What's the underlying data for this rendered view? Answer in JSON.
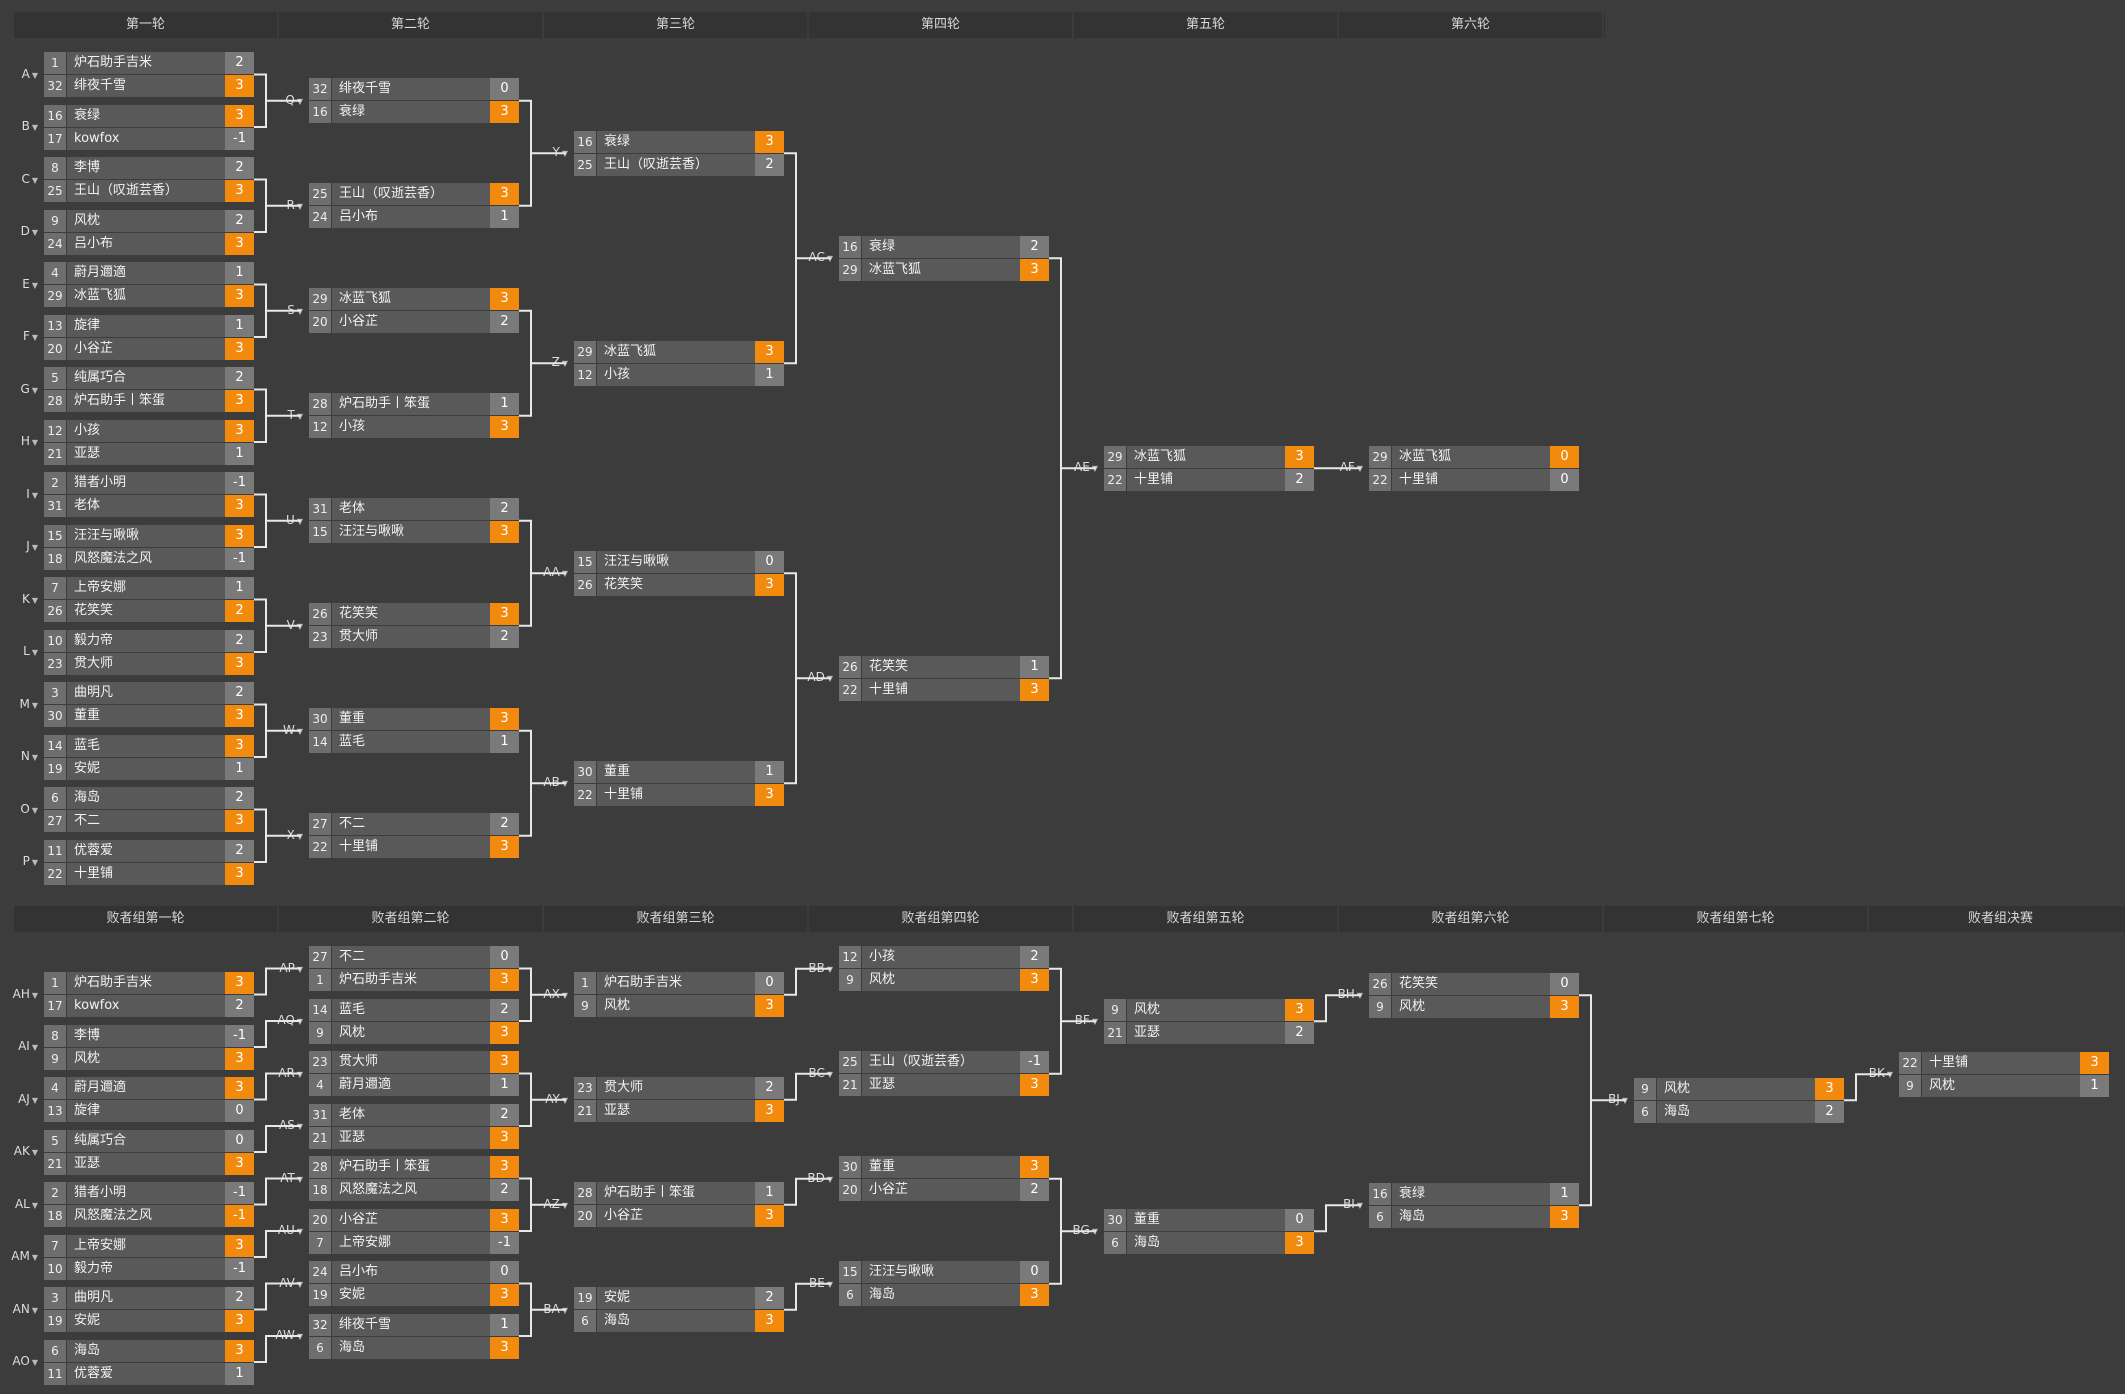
{
  "headers_winners": [
    "第一轮",
    "第二轮",
    "第三轮",
    "第四轮",
    "第五轮",
    "第六轮"
  ],
  "headers_losers": [
    "败者组第一轮",
    "败者组第二轮",
    "败者组第三轮",
    "败者组第四轮",
    "败者组第五轮",
    "败者组第六轮",
    "败者组第七轮",
    "败者组决赛"
  ],
  "winners": [
    [
      {
        "label": "A",
        "p": [
          [
            "1",
            "炉石助手吉米",
            "2",
            0
          ],
          [
            "32",
            "绯夜千雪",
            "3",
            1
          ]
        ]
      },
      {
        "label": "B",
        "p": [
          [
            "16",
            "衰绿",
            "3",
            1
          ],
          [
            "17",
            "kowfox",
            "-1",
            0
          ]
        ]
      },
      {
        "label": "C",
        "p": [
          [
            "8",
            "李博",
            "2",
            0
          ],
          [
            "25",
            "王山（叹逝芸香）",
            "3",
            1
          ]
        ]
      },
      {
        "label": "D",
        "p": [
          [
            "9",
            "风枕",
            "2",
            0
          ],
          [
            "24",
            "吕小布",
            "3",
            1
          ]
        ]
      },
      {
        "label": "E",
        "p": [
          [
            "4",
            "蔚月邇適",
            "1",
            0
          ],
          [
            "29",
            "冰蓝飞狐",
            "3",
            1
          ]
        ]
      },
      {
        "label": "F",
        "p": [
          [
            "13",
            "旋律",
            "1",
            0
          ],
          [
            "20",
            "小谷芷",
            "3",
            1
          ]
        ]
      },
      {
        "label": "G",
        "p": [
          [
            "5",
            "纯属巧合",
            "2",
            0
          ],
          [
            "28",
            "炉石助手丨笨蛋",
            "3",
            1
          ]
        ]
      },
      {
        "label": "H",
        "p": [
          [
            "12",
            "小孩",
            "3",
            1
          ],
          [
            "21",
            "亚瑟",
            "1",
            0
          ]
        ]
      },
      {
        "label": "I",
        "p": [
          [
            "2",
            "猎者小明",
            "-1",
            0
          ],
          [
            "31",
            "老体",
            "3",
            1
          ]
        ]
      },
      {
        "label": "J",
        "p": [
          [
            "15",
            "汪汪与啾啾",
            "3",
            1
          ],
          [
            "18",
            "风怒魔法之风",
            "-1",
            0
          ]
        ]
      },
      {
        "label": "K",
        "p": [
          [
            "7",
            "上帝安娜",
            "1",
            0
          ],
          [
            "26",
            "花笑笑",
            "2",
            1
          ]
        ]
      },
      {
        "label": "L",
        "p": [
          [
            "10",
            "毅力帝",
            "2",
            0
          ],
          [
            "23",
            "贯大师",
            "3",
            1
          ]
        ]
      },
      {
        "label": "M",
        "p": [
          [
            "3",
            "曲明凡",
            "2",
            0
          ],
          [
            "30",
            "董重",
            "3",
            1
          ]
        ]
      },
      {
        "label": "N",
        "p": [
          [
            "14",
            "蓝毛",
            "3",
            1
          ],
          [
            "19",
            "安妮",
            "1",
            0
          ]
        ]
      },
      {
        "label": "O",
        "p": [
          [
            "6",
            "海岛",
            "2",
            0
          ],
          [
            "27",
            "不二",
            "3",
            1
          ]
        ]
      },
      {
        "label": "P",
        "p": [
          [
            "11",
            "优蓉爱",
            "2",
            0
          ],
          [
            "22",
            "十里铺",
            "3",
            1
          ]
        ]
      }
    ],
    [
      {
        "label": "Q",
        "p": [
          [
            "32",
            "绯夜千雪",
            "0",
            0
          ],
          [
            "16",
            "衰绿",
            "3",
            1
          ]
        ]
      },
      {
        "label": "R",
        "p": [
          [
            "25",
            "王山（叹逝芸香）",
            "3",
            1
          ],
          [
            "24",
            "吕小布",
            "1",
            0
          ]
        ]
      },
      {
        "label": "S",
        "p": [
          [
            "29",
            "冰蓝飞狐",
            "3",
            1
          ],
          [
            "20",
            "小谷芷",
            "2",
            0
          ]
        ]
      },
      {
        "label": "T",
        "p": [
          [
            "28",
            "炉石助手丨笨蛋",
            "1",
            0
          ],
          [
            "12",
            "小孩",
            "3",
            1
          ]
        ]
      },
      {
        "label": "U",
        "p": [
          [
            "31",
            "老体",
            "2",
            0
          ],
          [
            "15",
            "汪汪与啾啾",
            "3",
            1
          ]
        ]
      },
      {
        "label": "V",
        "p": [
          [
            "26",
            "花笑笑",
            "3",
            1
          ],
          [
            "23",
            "贯大师",
            "2",
            0
          ]
        ]
      },
      {
        "label": "W",
        "p": [
          [
            "30",
            "董重",
            "3",
            1
          ],
          [
            "14",
            "蓝毛",
            "1",
            0
          ]
        ]
      },
      {
        "label": "X",
        "p": [
          [
            "27",
            "不二",
            "2",
            0
          ],
          [
            "22",
            "十里铺",
            "3",
            1
          ]
        ]
      }
    ],
    [
      {
        "label": "Y",
        "p": [
          [
            "16",
            "衰绿",
            "3",
            1
          ],
          [
            "25",
            "王山（叹逝芸香）",
            "2",
            0
          ]
        ]
      },
      {
        "label": "Z",
        "p": [
          [
            "29",
            "冰蓝飞狐",
            "3",
            1
          ],
          [
            "12",
            "小孩",
            "1",
            0
          ]
        ]
      },
      {
        "label": "AA",
        "p": [
          [
            "15",
            "汪汪与啾啾",
            "0",
            0
          ],
          [
            "26",
            "花笑笑",
            "3",
            1
          ]
        ]
      },
      {
        "label": "AB",
        "p": [
          [
            "30",
            "董重",
            "1",
            0
          ],
          [
            "22",
            "十里铺",
            "3",
            1
          ]
        ]
      }
    ],
    [
      {
        "label": "AC",
        "p": [
          [
            "16",
            "衰绿",
            "2",
            0
          ],
          [
            "29",
            "冰蓝飞狐",
            "3",
            1
          ]
        ]
      },
      {
        "label": "AD",
        "p": [
          [
            "26",
            "花笑笑",
            "1",
            0
          ],
          [
            "22",
            "十里铺",
            "3",
            1
          ]
        ]
      }
    ],
    [
      {
        "label": "AE",
        "p": [
          [
            "29",
            "冰蓝飞狐",
            "3",
            1
          ],
          [
            "22",
            "十里铺",
            "2",
            0
          ]
        ]
      }
    ],
    [
      {
        "label": "AF",
        "p": [
          [
            "29",
            "冰蓝飞狐",
            "0",
            1
          ],
          [
            "22",
            "十里铺",
            "0",
            0
          ]
        ]
      }
    ]
  ],
  "losers": [
    [
      {
        "label": "AH",
        "p": [
          [
            "1",
            "炉石助手吉米",
            "3",
            1
          ],
          [
            "17",
            "kowfox",
            "2",
            0
          ]
        ]
      },
      {
        "label": "AI",
        "p": [
          [
            "8",
            "李博",
            "-1",
            0
          ],
          [
            "9",
            "风枕",
            "3",
            1
          ]
        ]
      },
      {
        "label": "AJ",
        "p": [
          [
            "4",
            "蔚月邇適",
            "3",
            1
          ],
          [
            "13",
            "旋律",
            "0",
            0
          ]
        ]
      },
      {
        "label": "AK",
        "p": [
          [
            "5",
            "纯属巧合",
            "0",
            0
          ],
          [
            "21",
            "亚瑟",
            "3",
            1
          ]
        ]
      },
      {
        "label": "AL",
        "p": [
          [
            "2",
            "猎者小明",
            "-1",
            0
          ],
          [
            "18",
            "风怒魔法之风",
            "-1",
            1
          ]
        ]
      },
      {
        "label": "AM",
        "p": [
          [
            "7",
            "上帝安娜",
            "3",
            1
          ],
          [
            "10",
            "毅力帝",
            "-1",
            0
          ]
        ]
      },
      {
        "label": "AN",
        "p": [
          [
            "3",
            "曲明凡",
            "2",
            0
          ],
          [
            "19",
            "安妮",
            "3",
            1
          ]
        ]
      },
      {
        "label": "AO",
        "p": [
          [
            "6",
            "海岛",
            "3",
            1
          ],
          [
            "11",
            "优蓉爱",
            "1",
            0
          ]
        ]
      }
    ],
    [
      {
        "label": "AP",
        "p": [
          [
            "27",
            "不二",
            "0",
            0
          ],
          [
            "1",
            "炉石助手吉米",
            "3",
            1
          ]
        ]
      },
      {
        "label": "AQ",
        "p": [
          [
            "14",
            "蓝毛",
            "2",
            0
          ],
          [
            "9",
            "风枕",
            "3",
            1
          ]
        ]
      },
      {
        "label": "AR",
        "p": [
          [
            "23",
            "贯大师",
            "3",
            1
          ],
          [
            "4",
            "蔚月邇適",
            "1",
            0
          ]
        ]
      },
      {
        "label": "AS",
        "p": [
          [
            "31",
            "老体",
            "2",
            0
          ],
          [
            "21",
            "亚瑟",
            "3",
            1
          ]
        ]
      },
      {
        "label": "AT",
        "p": [
          [
            "28",
            "炉石助手丨笨蛋",
            "3",
            1
          ],
          [
            "18",
            "风怒魔法之风",
            "2",
            0
          ]
        ]
      },
      {
        "label": "AU",
        "p": [
          [
            "20",
            "小谷芷",
            "3",
            1
          ],
          [
            "7",
            "上帝安娜",
            "-1",
            0
          ]
        ]
      },
      {
        "label": "AV",
        "p": [
          [
            "24",
            "吕小布",
            "0",
            0
          ],
          [
            "19",
            "安妮",
            "3",
            1
          ]
        ]
      },
      {
        "label": "AW",
        "p": [
          [
            "32",
            "绯夜千雪",
            "1",
            0
          ],
          [
            "6",
            "海岛",
            "3",
            1
          ]
        ]
      }
    ],
    [
      {
        "label": "AX",
        "p": [
          [
            "1",
            "炉石助手吉米",
            "0",
            0
          ],
          [
            "9",
            "风枕",
            "3",
            1
          ]
        ]
      },
      {
        "label": "AY",
        "p": [
          [
            "23",
            "贯大师",
            "2",
            0
          ],
          [
            "21",
            "亚瑟",
            "3",
            1
          ]
        ]
      },
      {
        "label": "AZ",
        "p": [
          [
            "28",
            "炉石助手丨笨蛋",
            "1",
            0
          ],
          [
            "20",
            "小谷芷",
            "3",
            1
          ]
        ]
      },
      {
        "label": "BA",
        "p": [
          [
            "19",
            "安妮",
            "2",
            0
          ],
          [
            "6",
            "海岛",
            "3",
            1
          ]
        ]
      }
    ],
    [
      {
        "label": "BB",
        "p": [
          [
            "12",
            "小孩",
            "2",
            0
          ],
          [
            "9",
            "风枕",
            "3",
            1
          ]
        ]
      },
      {
        "label": "BC",
        "p": [
          [
            "25",
            "王山（叹逝芸香）",
            "-1",
            0
          ],
          [
            "21",
            "亚瑟",
            "3",
            1
          ]
        ]
      },
      {
        "label": "BD",
        "p": [
          [
            "30",
            "董重",
            "3",
            1
          ],
          [
            "20",
            "小谷芷",
            "2",
            0
          ]
        ]
      },
      {
        "label": "BE",
        "p": [
          [
            "15",
            "汪汪与啾啾",
            "0",
            0
          ],
          [
            "6",
            "海岛",
            "3",
            1
          ]
        ]
      }
    ],
    [
      {
        "label": "BF",
        "p": [
          [
            "9",
            "风枕",
            "3",
            1
          ],
          [
            "21",
            "亚瑟",
            "2",
            0
          ]
        ]
      },
      {
        "label": "BG",
        "p": [
          [
            "30",
            "董重",
            "0",
            0
          ],
          [
            "6",
            "海岛",
            "3",
            1
          ]
        ]
      }
    ],
    [
      {
        "label": "BH",
        "p": [
          [
            "26",
            "花笑笑",
            "0",
            0
          ],
          [
            "9",
            "风枕",
            "3",
            1
          ]
        ]
      },
      {
        "label": "BI",
        "p": [
          [
            "16",
            "衰绿",
            "1",
            0
          ],
          [
            "6",
            "海岛",
            "3",
            1
          ]
        ]
      }
    ],
    [
      {
        "label": "BJ",
        "p": [
          [
            "9",
            "风枕",
            "3",
            1
          ],
          [
            "6",
            "海岛",
            "2",
            0
          ]
        ]
      }
    ],
    [
      {
        "label": "BK",
        "p": [
          [
            "22",
            "十里铺",
            "3",
            1
          ],
          [
            "9",
            "风枕",
            "1",
            0
          ]
        ]
      }
    ]
  ]
}
